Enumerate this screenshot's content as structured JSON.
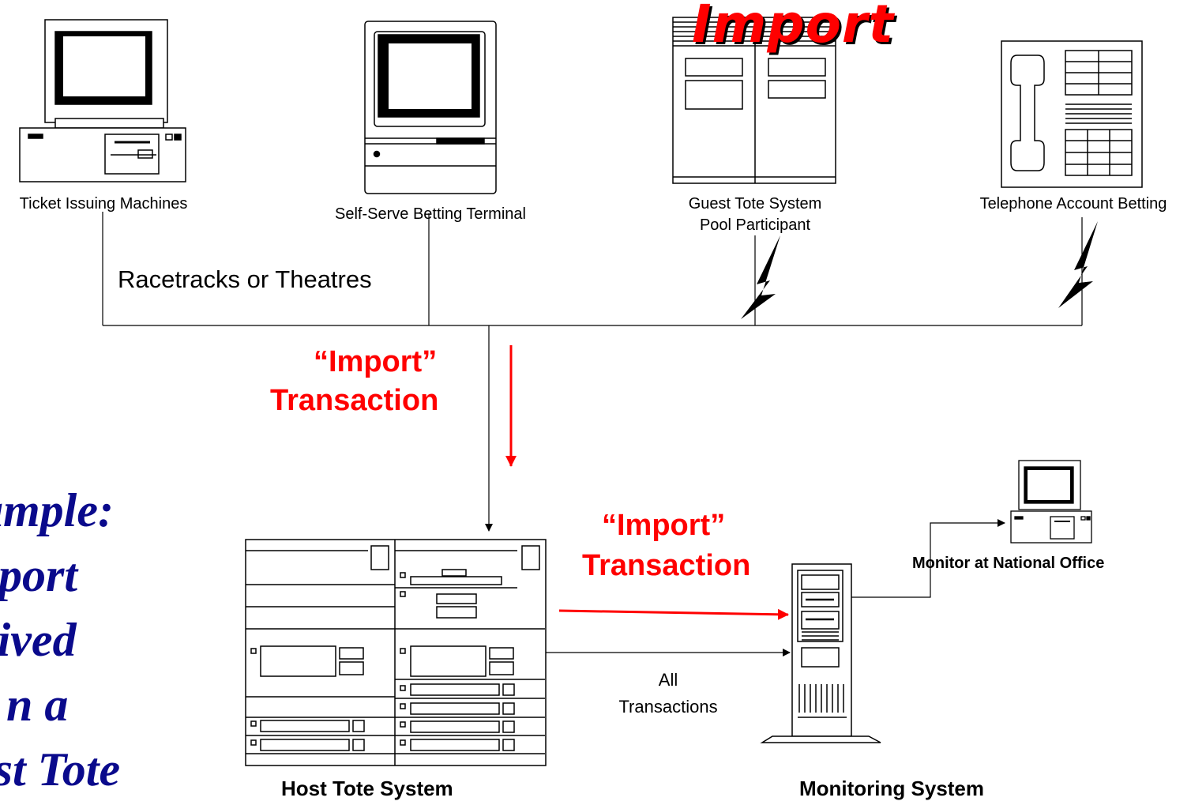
{
  "devices": {
    "ticket_machines": "Ticket Issuing Machines",
    "self_serve": "Self-Serve Betting Terminal",
    "guest_tote_line1": "Guest Tote System",
    "guest_tote_line2": "Pool Participant",
    "telephone": "Telephone Account Betting",
    "monitor_office": "Monitor at National Office",
    "host_tote": "Host Tote System",
    "monitoring": "Monitoring System"
  },
  "network_label": "Racetracks or Theatres",
  "import_heading": "Import",
  "transaction_top": {
    "line1": "“Import”",
    "line2": "Transaction"
  },
  "transaction_mid": {
    "line1": "“Import”",
    "line2": "Transaction"
  },
  "all_transactions": {
    "line1": "All",
    "line2": "Transactions"
  },
  "side_text": [
    "ample:",
    "port",
    "eived",
    "n a",
    "est Tote"
  ],
  "colors": {
    "accent": "#ff0000",
    "side_text": "#0a0a8c",
    "line": "#000000"
  }
}
